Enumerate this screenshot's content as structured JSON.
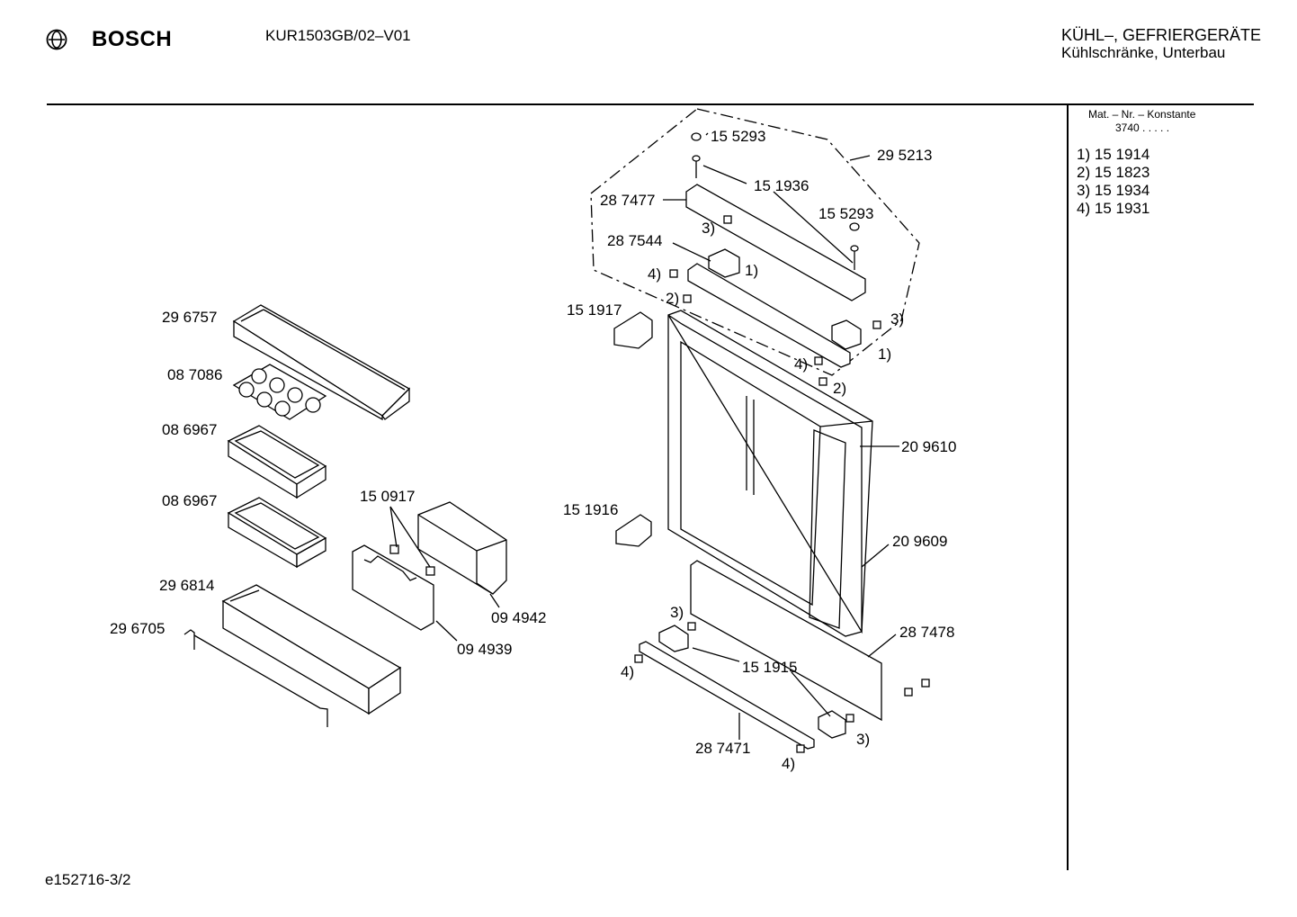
{
  "header": {
    "brand": "BOSCH",
    "model": "KUR1503GB/02–V01",
    "category_line1": "KÜHL–, GEFRIERGERÄTE",
    "category_line2": "Kühlschränke, Unterbau"
  },
  "sidebar": {
    "mat_label": "Mat. – Nr. – Konstante",
    "mat_value": "3740 . . . . .",
    "legend": [
      {
        "key": "1)",
        "value": "15 1914"
      },
      {
        "key": "2)",
        "value": "15 1823"
      },
      {
        "key": "3)",
        "value": "15 1934"
      },
      {
        "key": "4)",
        "value": "15 1931"
      }
    ]
  },
  "diagram": {
    "part_labels": {
      "p155293a": "15 5293",
      "p295213": "29 5213",
      "p151936": "15 1936",
      "p287477": "28 7477",
      "p155293b": "15 5293",
      "p287544": "28 7544",
      "p151917": "15 1917",
      "p296757": "29 6757",
      "p087086": "08 7086",
      "p086967a": "08 6967",
      "p086967b": "08 6967",
      "p150917": "15 0917",
      "p151916": "15 1916",
      "p209610": "20 9610",
      "p209609": "20 9609",
      "p296814": "29 6814",
      "p296705": "29 6705",
      "p094942": "09 4942",
      "p094939": "09 4939",
      "p287478": "28 7478",
      "p151915": "15 1915",
      "p287471": "28 7471"
    },
    "callouts": {
      "c3_top": "3)",
      "c1_top": "1)",
      "c4_top": "4)",
      "c2_top": "2)",
      "c3_right": "3)",
      "c1_right": "1)",
      "c4_mid": "4)",
      "c2_mid": "2)",
      "c3_bottom": "3)",
      "c4_bottom_left": "4)",
      "c3_bottom_right": "3)",
      "c4_bottom": "4)"
    }
  },
  "footer": {
    "code": "e152716-3/2"
  }
}
